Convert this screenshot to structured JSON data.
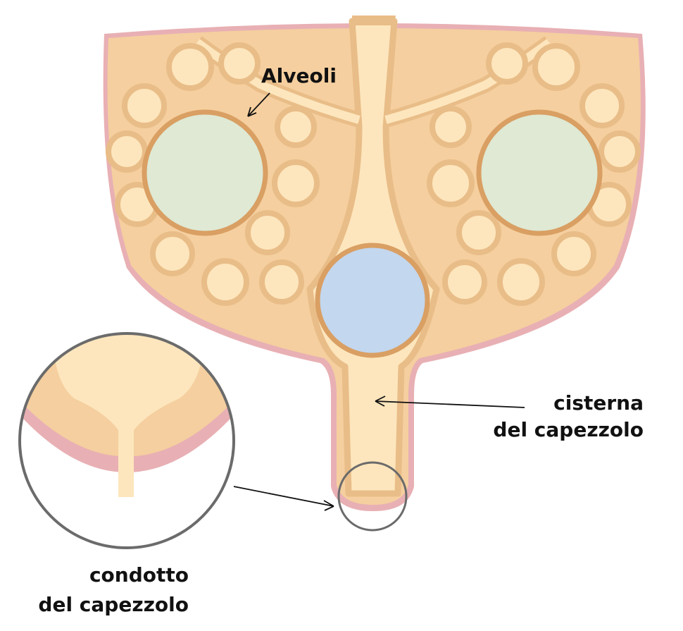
{
  "labels": {
    "alveoli": "Alveoli",
    "cistern_line1": "cisterna",
    "cistern_line2": "del capezzolo",
    "duct_line1": "condotto",
    "duct_line2": "del capezzolo"
  },
  "colors": {
    "skin": "#e8b0b4",
    "tissue": "#f5cf9f",
    "duct": "#fde6bd",
    "duct_outline": "#e9bd88",
    "alveoli_circle": "#dfe9d4",
    "center_circle": "#c3d7ee",
    "circle_stroke": "#d99f63",
    "magnifier": "#6b6b6b"
  }
}
